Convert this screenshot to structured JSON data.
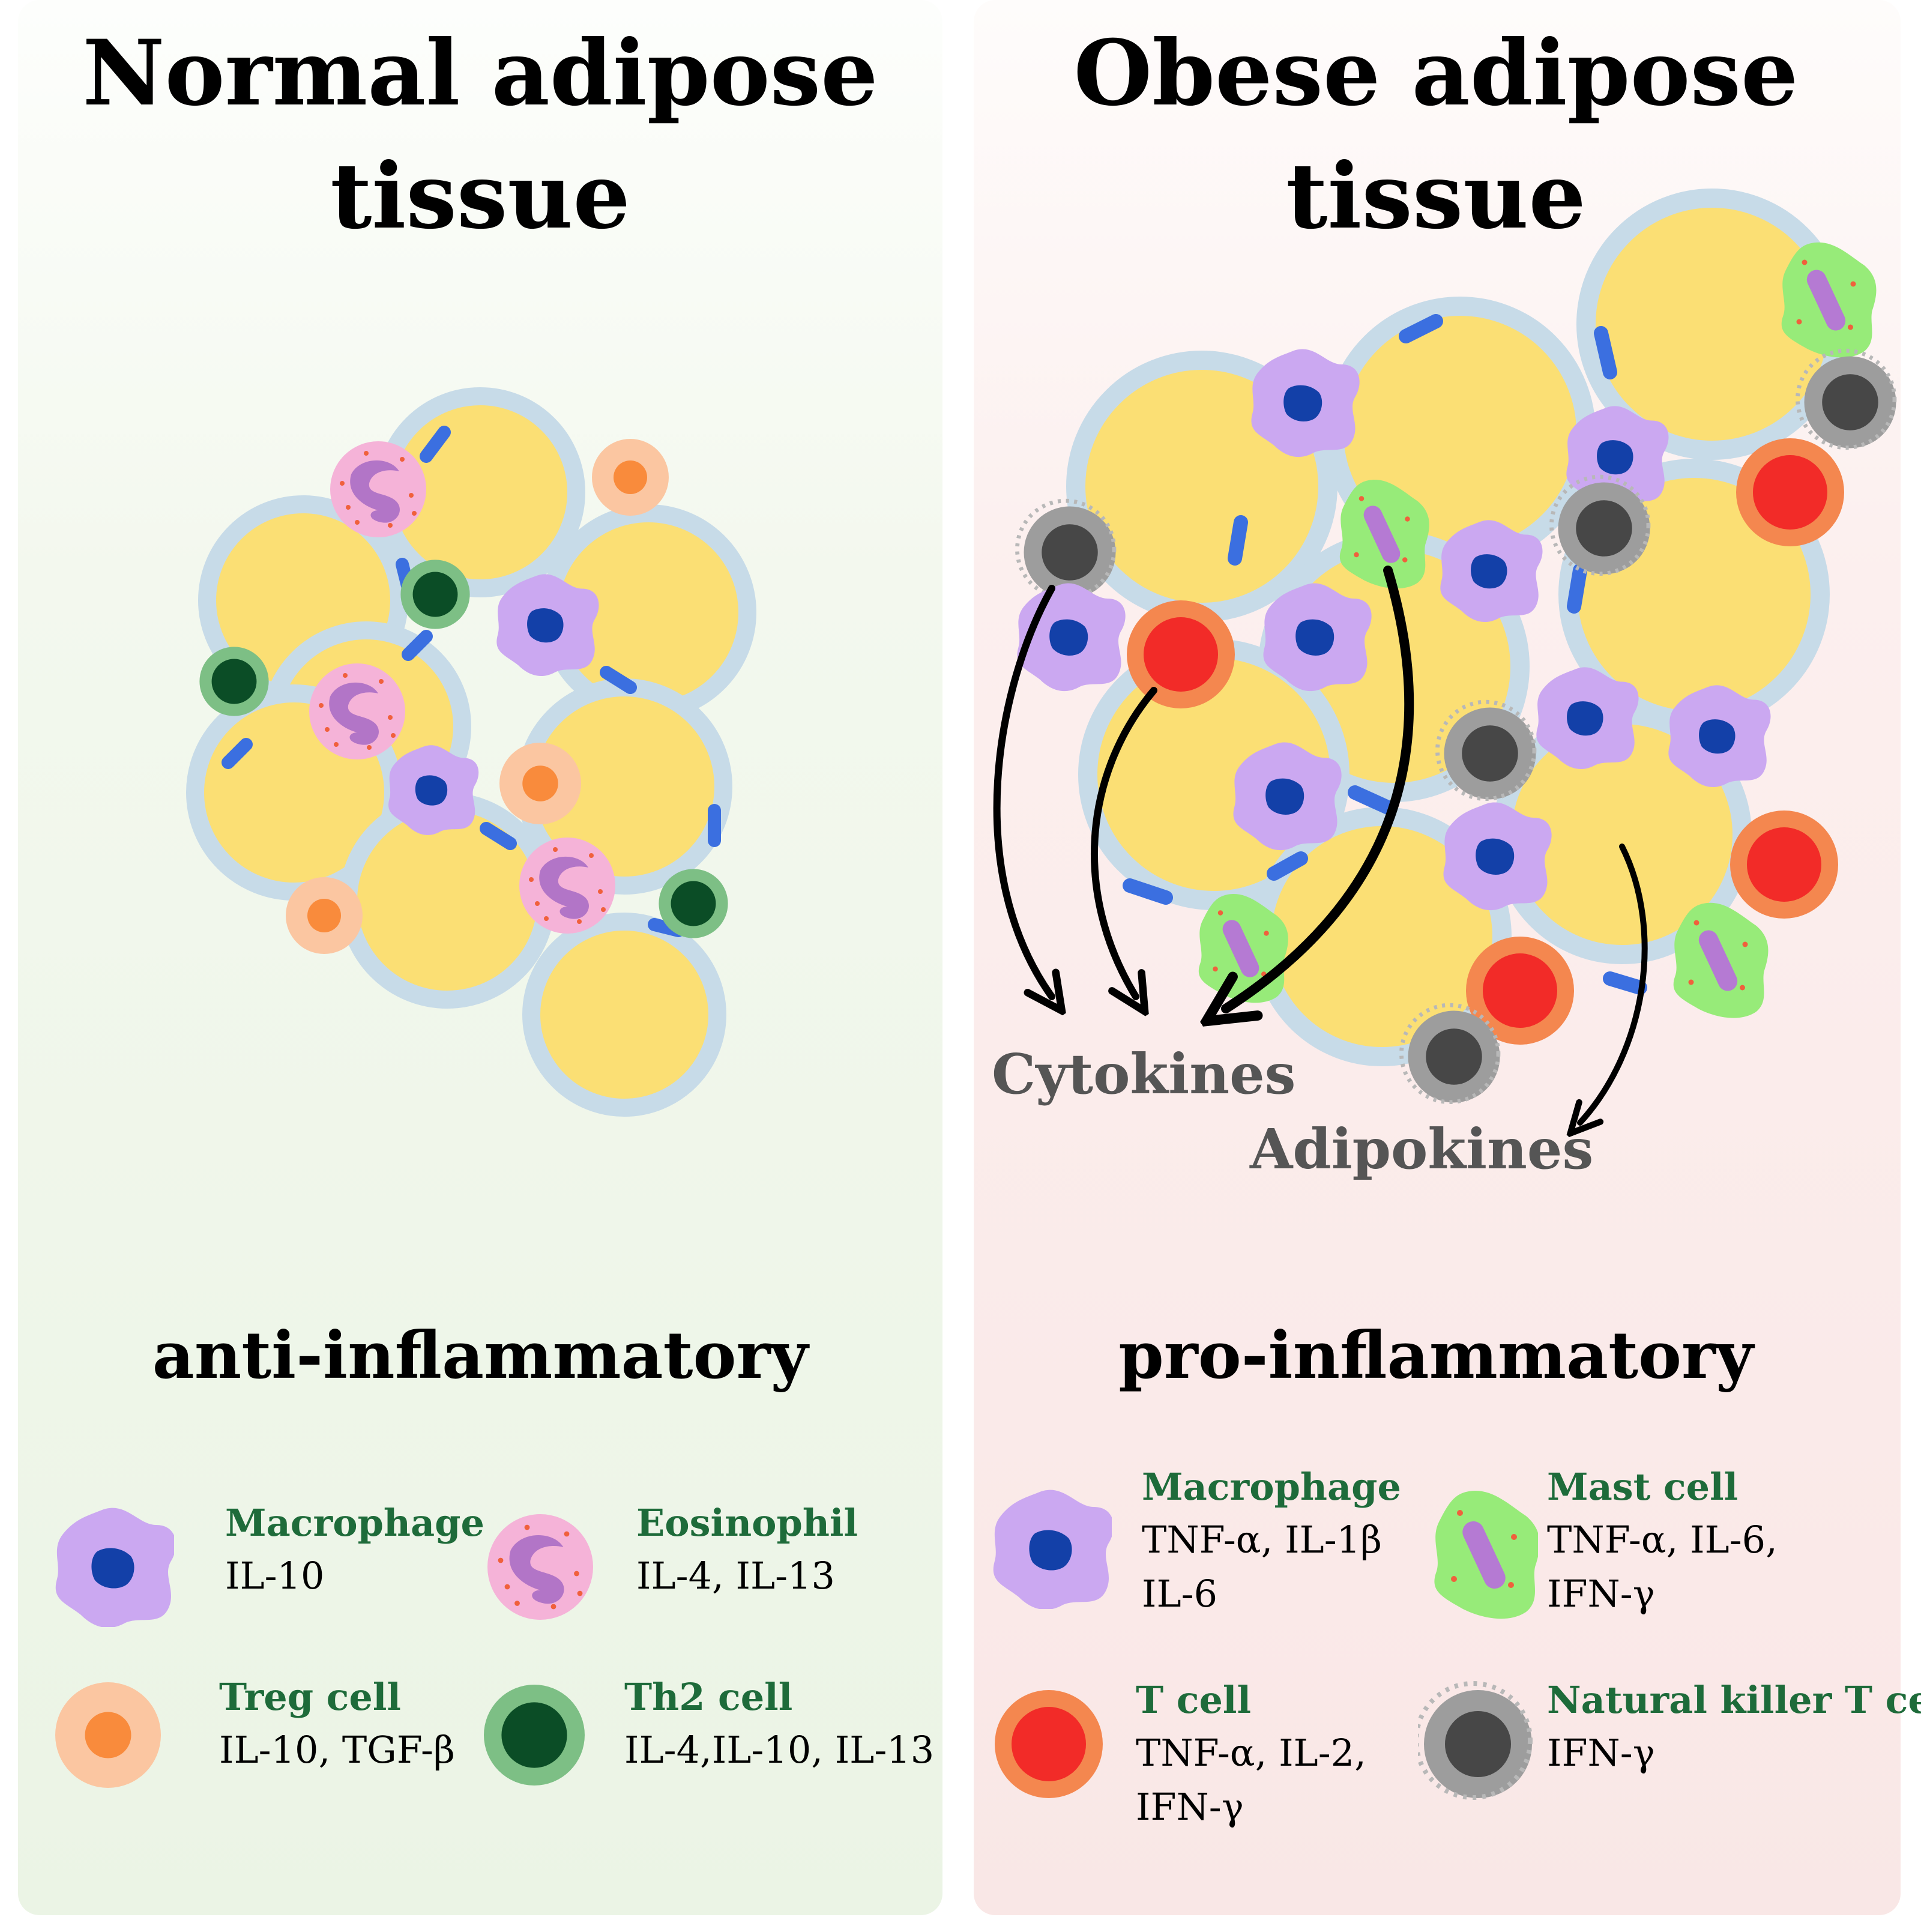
{
  "left_panel": {
    "title_line1": "Normal adipose",
    "title_line2": "tissue",
    "state": "anti-inflammatory",
    "legend": [
      {
        "name": "Macrophage",
        "cytokines": [
          "IL-10"
        ],
        "icon": "macrophage-icon"
      },
      {
        "name": "Eosinophil",
        "cytokines": [
          "IL-4, IL-13"
        ],
        "icon": "eosinophil-icon"
      },
      {
        "name": "Treg cell",
        "cytokines": [
          "IL-10, TGF-β"
        ],
        "icon": "treg-cell-icon"
      },
      {
        "name": "Th2 cell",
        "cytokines": [
          "IL-4,IL-10, IL-13"
        ],
        "icon": "th2-cell-icon"
      }
    ]
  },
  "right_panel": {
    "title_line1": "Obese adipose",
    "title_line2": "tissue",
    "state": "pro-inflammatory",
    "arrow_labels": {
      "cytokines": "Cytokines",
      "adipokines": "Adipokines"
    },
    "legend": [
      {
        "name": "Macrophage",
        "cytokines": [
          "TNF-α, IL-1β",
          "IL-6"
        ],
        "icon": "macrophage-icon"
      },
      {
        "name": "Mast cell",
        "cytokines": [
          "TNF-α, IL-6,",
          "IFN-γ"
        ],
        "icon": "mast-cell-icon"
      },
      {
        "name": "T cell",
        "cytokines": [
          "TNF-α, IL-2,",
          "IFN-γ"
        ],
        "icon": "t-cell-icon"
      },
      {
        "name": "Natural killer T cell",
        "cytokines": [
          "IFN-γ"
        ],
        "icon": "nk-t-cell-icon"
      }
    ]
  },
  "colors": {
    "adipocyte": "#fbdf74",
    "adipocyte_membrane": "#c7dbe8",
    "capillary": "#3b6fe0",
    "macrophage": "#cba8f1",
    "macrophage_nucleus": "#1340a8",
    "eosinophil": "#f5b3d8",
    "eosinophil_nucleus": "#b275c7",
    "treg": "#fbc6a1",
    "treg_nucleus": "#f98b3c",
    "th2": "#7dbf85",
    "th2_nucleus": "#0b4d26",
    "mast": "#97eb79",
    "mast_nucleus": "#b57ad3",
    "t_cell": "#f4874f",
    "t_cell_nucleus": "#f22b28",
    "nkt": "#9d9d9d",
    "nkt_nucleus": "#474747",
    "label_green": "#1e6b3a",
    "normal_panel": "#ebf4e5",
    "obese_panel": "#f9e7e6"
  }
}
